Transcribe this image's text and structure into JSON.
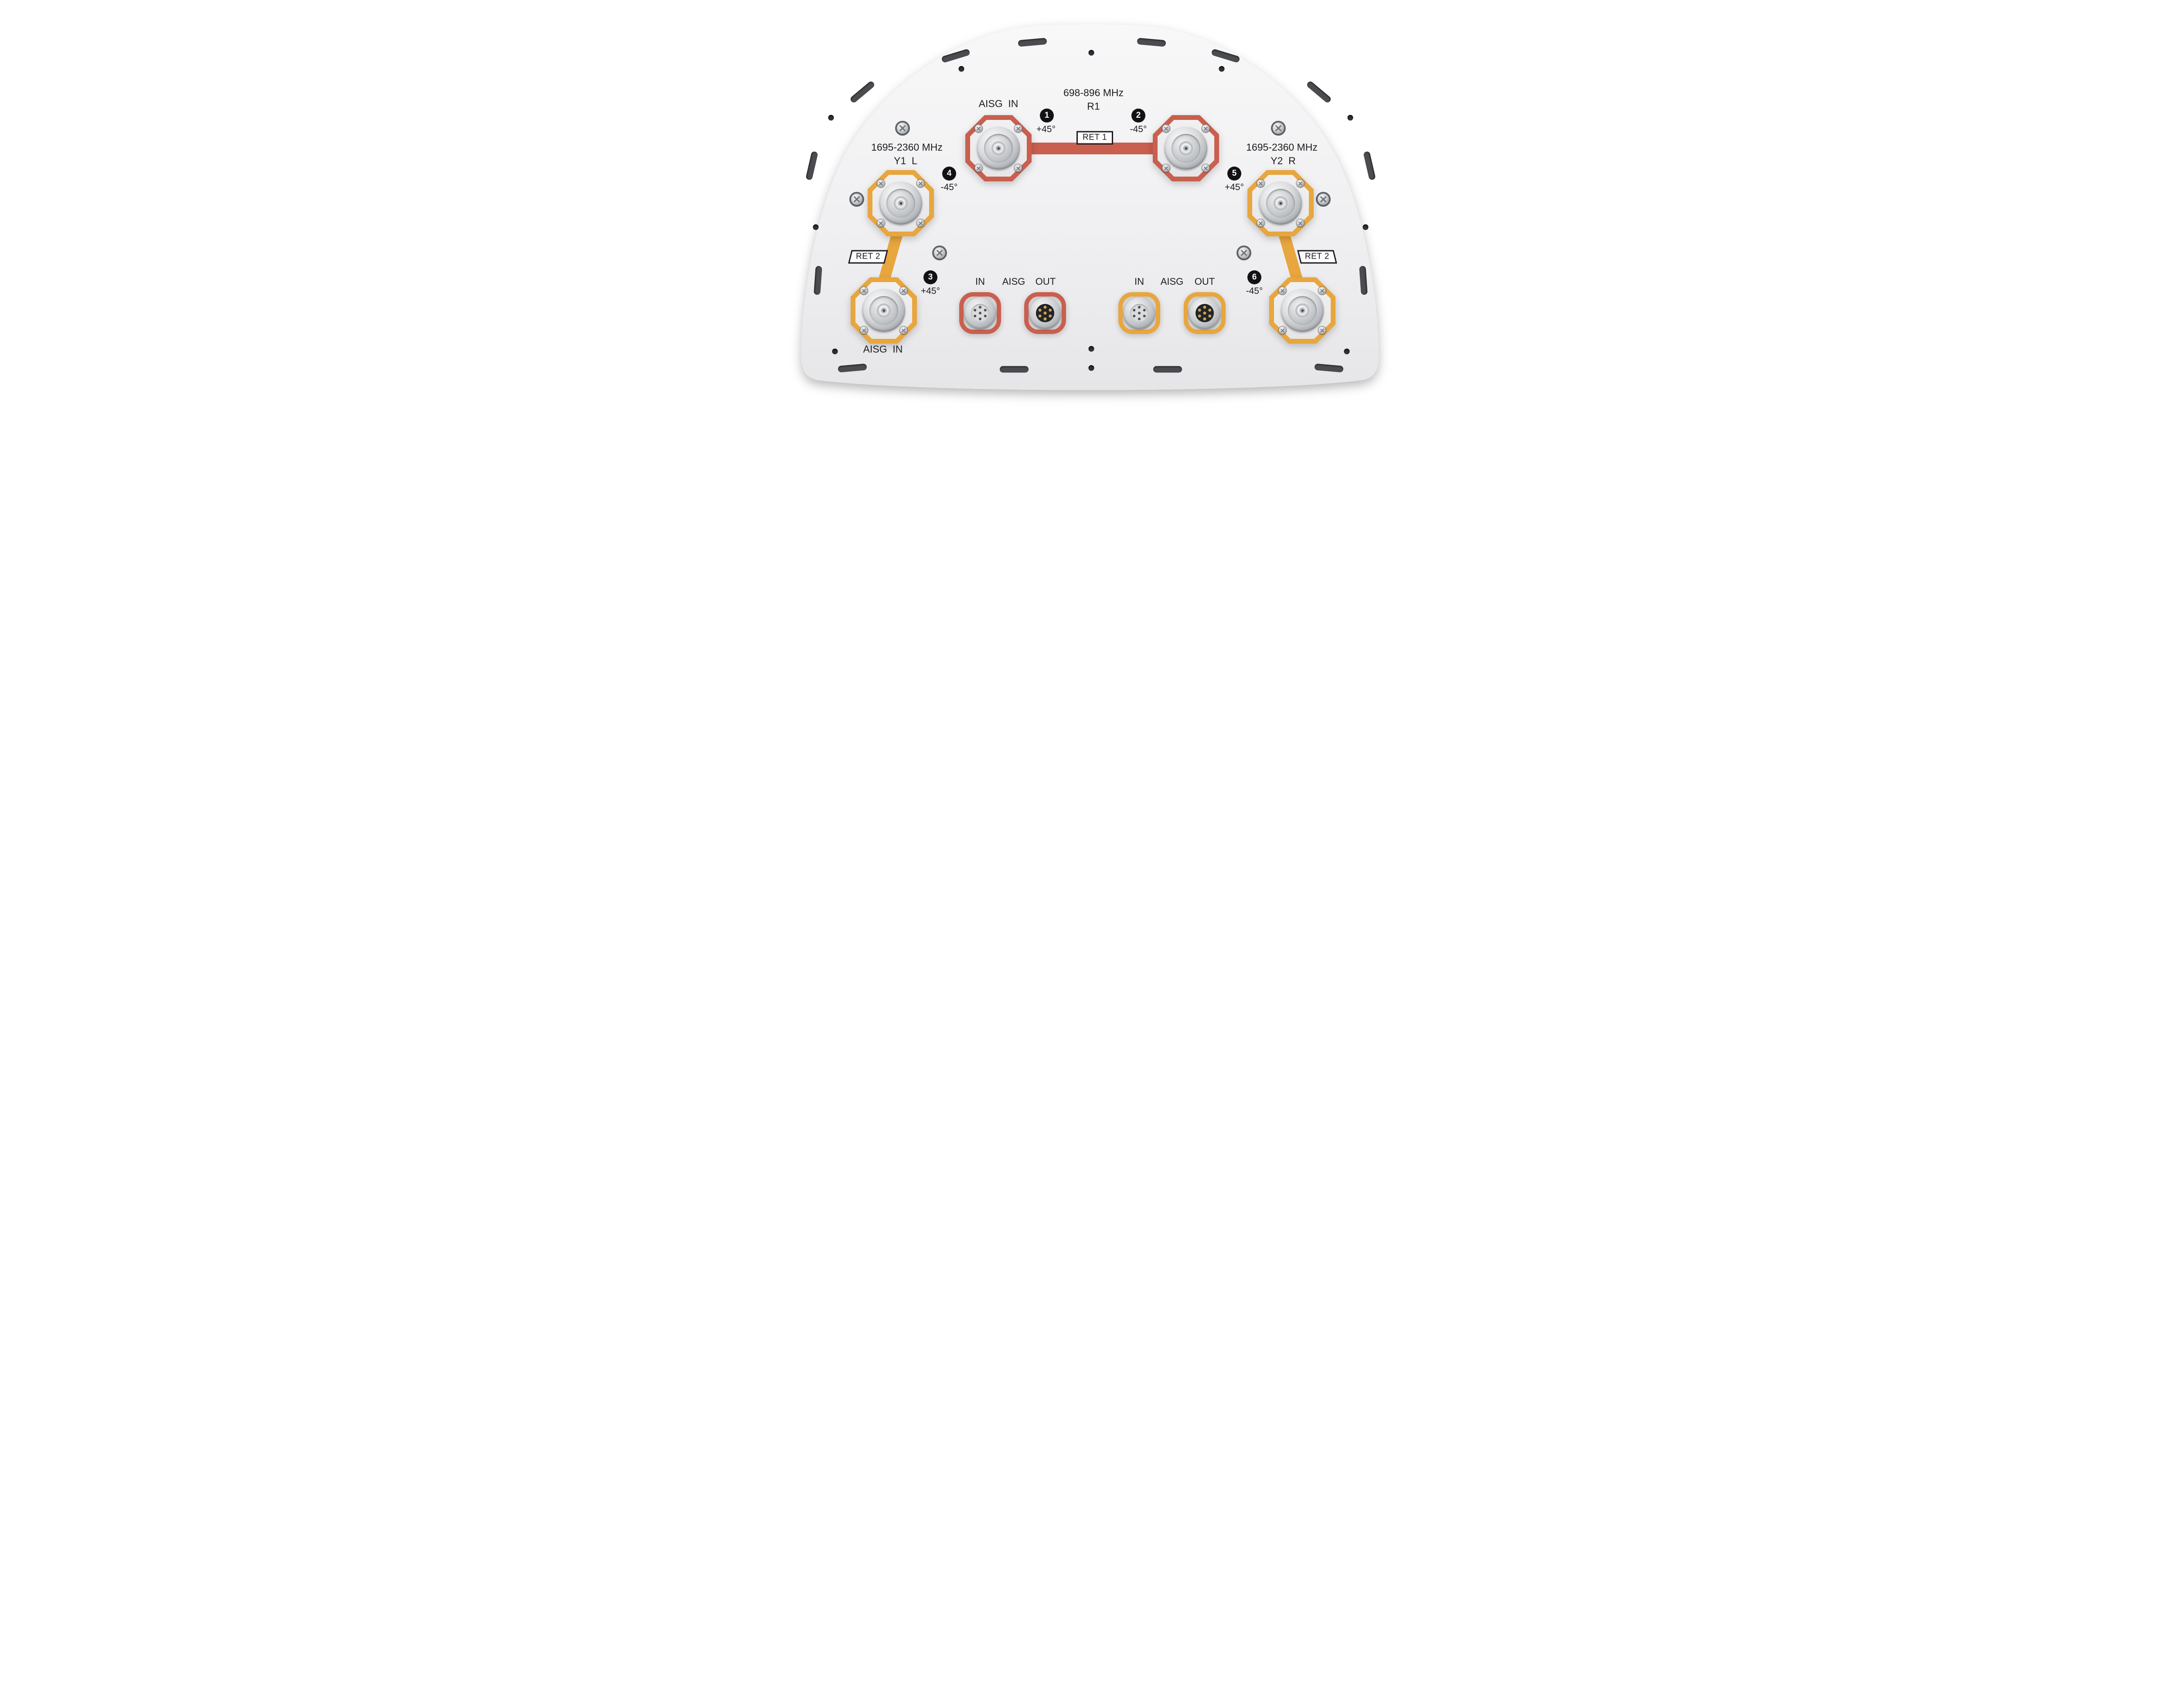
{
  "colors": {
    "accent_red": "#c95f4e",
    "accent_yellow": "#e8a63e",
    "panel": "#f0f0f1",
    "text": "#1c1c1e"
  },
  "labels": {
    "top_freq": "698-896 MHz",
    "top_band": "R1",
    "aisg_in_top": "AISG  IN",
    "ret1": "RET 1",
    "left_freq": "1695-2360 MHz",
    "left_band": "Y1  L",
    "right_freq": "1695-2360 MHz",
    "right_band": "Y2  R",
    "ret2_left": "RET 2",
    "ret2_right": "RET 2",
    "aisg_in_bottom": "AISG  IN"
  },
  "ports": [
    {
      "number": "1",
      "angle": "+45°"
    },
    {
      "number": "2",
      "angle": "-45°"
    },
    {
      "number": "3",
      "angle": "+45°"
    },
    {
      "number": "4",
      "angle": "-45°"
    },
    {
      "number": "5",
      "angle": "+45°"
    },
    {
      "number": "6",
      "angle": "-45°"
    }
  ],
  "aisg_groups": {
    "left": {
      "in": "IN",
      "label": "AISG",
      "out": "OUT"
    },
    "right": {
      "in": "IN",
      "label": "AISG",
      "out": "OUT"
    }
  }
}
